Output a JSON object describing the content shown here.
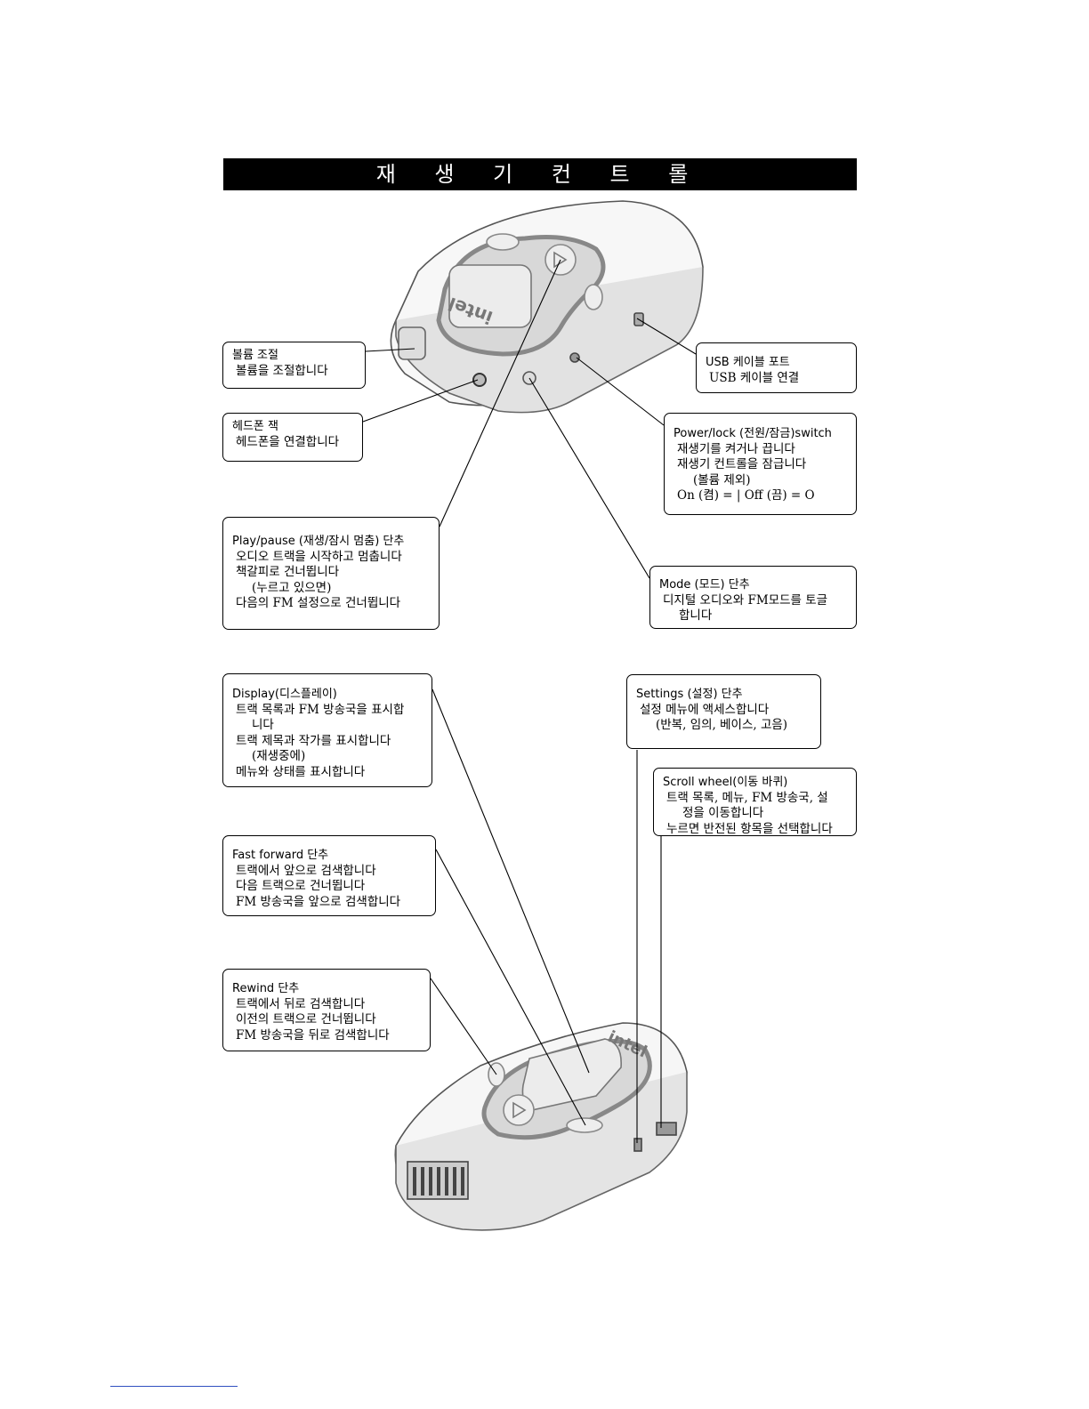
{
  "title": "재 생 기 컨 트 롤",
  "callouts": {
    "volume": {
      "head": "볼륨 조절",
      "lines": [
        "볼륨을 조절합니다"
      ]
    },
    "headphone": {
      "head": "헤드폰 잭",
      "lines": [
        "헤드폰을 연결합니다"
      ]
    },
    "playpause": {
      "head": "Play/pause (재생/잠시 멈춤) 단추",
      "lines": [
        "오디오 트랙을 시작하고 멈춥니다",
        "책갈피로 건너뜁니다",
        "(누르고 있으면)",
        "다음의 FM 설정으로 건너뜁니다"
      ]
    },
    "usb": {
      "head": "USB 케이블 포트",
      "lines": [
        "USB 케이블 연결"
      ]
    },
    "power": {
      "head": "Power/lock (전원/잠금)switch",
      "lines": [
        "재생기를 켜거나 끕니다",
        "재생기 컨트롤을 잠급니다",
        "(볼륨 제외)",
        "On (켬) = | Off (끔) = O"
      ]
    },
    "mode": {
      "head": "Mode (모드) 단추",
      "lines": [
        "디지털 오디오와 FM모드를 토글",
        "합니다"
      ]
    },
    "display": {
      "head": "Display(디스플레이)",
      "lines": [
        "트랙 목록과 FM 방송국을 표시합",
        "니다",
        "트랙 제목과 작가를 표시합니다",
        "(재생중에)",
        "메뉴와 상태를 표시합니다"
      ]
    },
    "settings": {
      "head": "Settings (설정) 단추",
      "lines": [
        "설정 메뉴에 액세스합니다",
        "(반복, 임의, 베이스, 고음)"
      ]
    },
    "scroll": {
      "head": "Scroll wheel(이동 바퀴)",
      "lines": [
        "트랙 목록, 메뉴, FM 방송국, 설",
        "정을 이동합니다",
        "누르면 반전된 항목을 선택합니다"
      ]
    },
    "ff": {
      "head": "Fast forward 단추",
      "lines": [
        "트랙에서 앞으로 검색합니다",
        "다음 트랙으로 건너뜁니다",
        "FM 방송국을 앞으로 검색합니다"
      ]
    },
    "rewind": {
      "head": "Rewind 단추",
      "lines": [
        "트랙에서 뒤로 검색합니다",
        "이전의 트랙으로 건너뜁니다",
        "FM 방송국을 뒤로 검색합니다"
      ]
    }
  },
  "brand_logo": "intel"
}
